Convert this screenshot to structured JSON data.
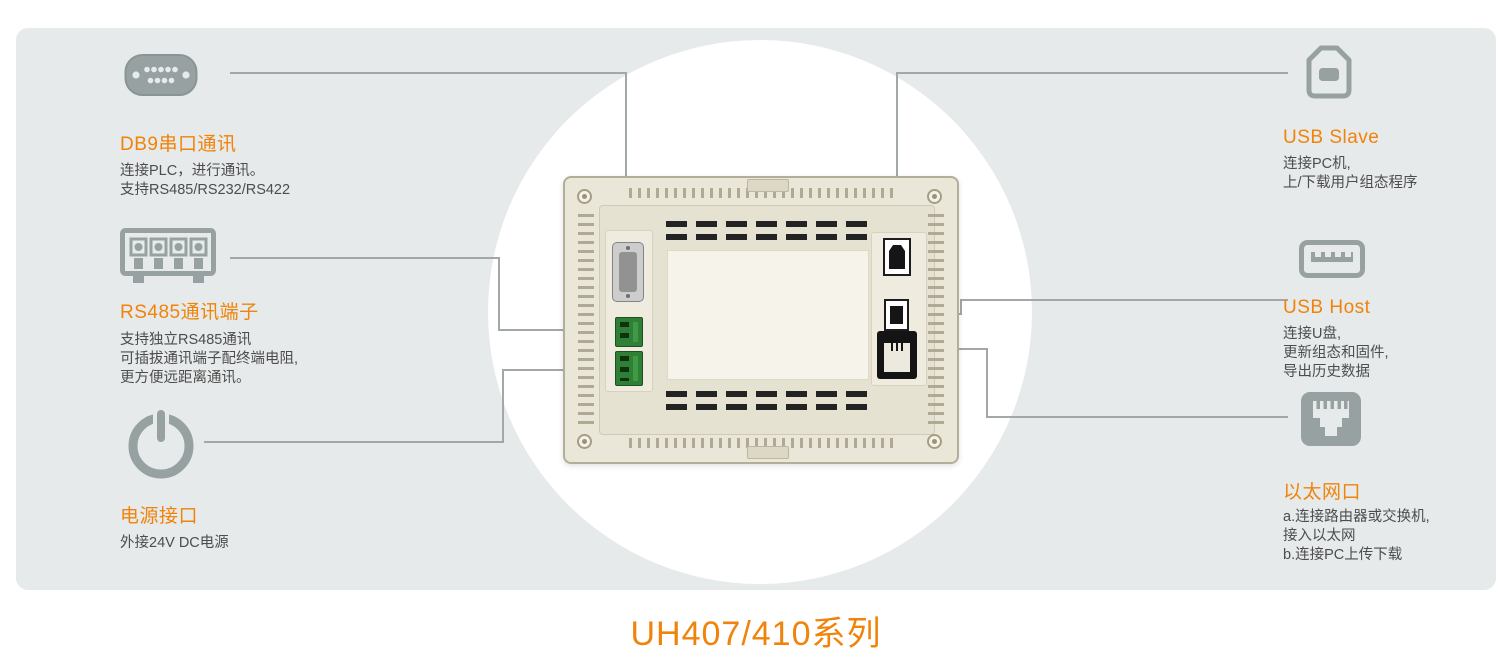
{
  "page": {
    "title": "UH407/410系列"
  },
  "annotations": {
    "db9": {
      "icon": "db9-connector-icon",
      "heading": "DB9串口通讯",
      "lines": [
        "连接PLC，进行通讯。",
        "支持RS485/RS232/RS422"
      ]
    },
    "rs485": {
      "icon": "terminal-block-icon",
      "heading": "RS485通讯端子",
      "lines": [
        "支持独立RS485通讯",
        "可插拔通讯端子配终端电阻,",
        "更方便远距离通讯。"
      ]
    },
    "power": {
      "icon": "power-icon",
      "heading": "电源接口",
      "lines": [
        "外接24V DC电源"
      ]
    },
    "usb_slave": {
      "icon": "usb-b-icon",
      "heading": "USB Slave",
      "lines": [
        "连接PC机,",
        "上/下载用户组态程序"
      ]
    },
    "usb_host": {
      "icon": "usb-a-icon",
      "heading": "USB Host",
      "lines": [
        "连接U盘,",
        "更新组态和固件,",
        "导出历史数据"
      ]
    },
    "ethernet": {
      "icon": "ethernet-icon",
      "heading": "以太网口",
      "lines": [
        "a.连接路由器或交换机,",
        "接入以太网",
        "b.连接PC上传下载"
      ]
    }
  },
  "colors": {
    "accent": "#f0830a",
    "icon_gray": "#98a1a1",
    "line_gray": "#a2a8a8",
    "panel_bg": "#e7eaea",
    "device_body": "#ebe7d8",
    "terminal_green": "#2f8036",
    "body_text": "#4d4d4d"
  }
}
